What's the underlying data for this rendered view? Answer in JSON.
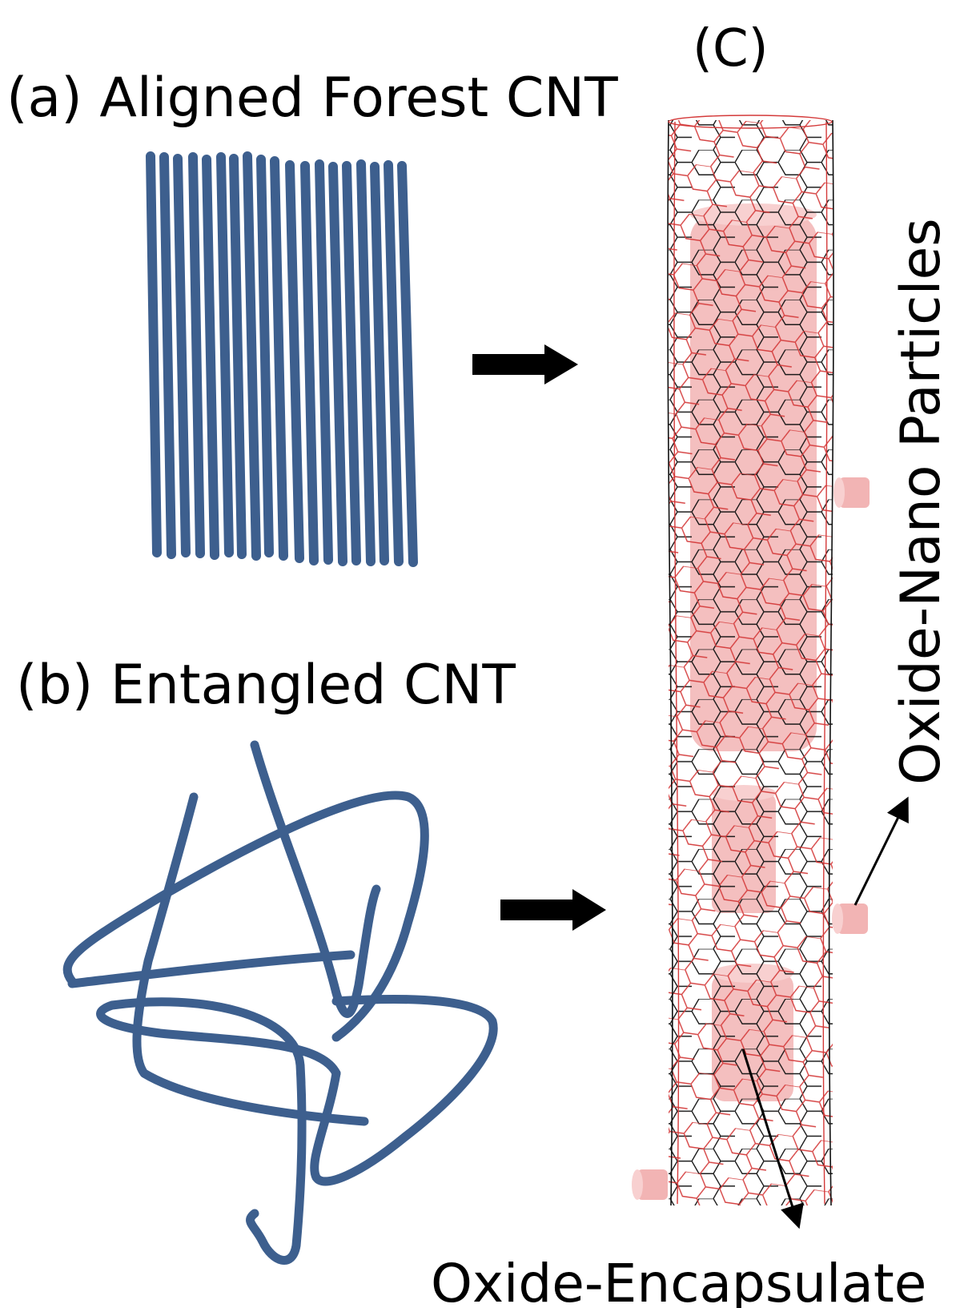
{
  "labels": {
    "panel_a": "(a) Aligned Forest CNT",
    "panel_b": "(b) Entangled CNT",
    "panel_c": "(C)",
    "oxide_nano": "Oxide-Nano Particles",
    "oxide_encapsulate": "Oxide-Encapsulate"
  },
  "colors": {
    "cnt_blue": "#3d5f8e",
    "lattice_black": "#111111",
    "lattice_red": "#d43a3a",
    "oxide_pink": "#f2b4b4"
  },
  "icons": {
    "process_arrow": "right-arrow-icon",
    "pointer_arrow": "arrow-icon"
  }
}
